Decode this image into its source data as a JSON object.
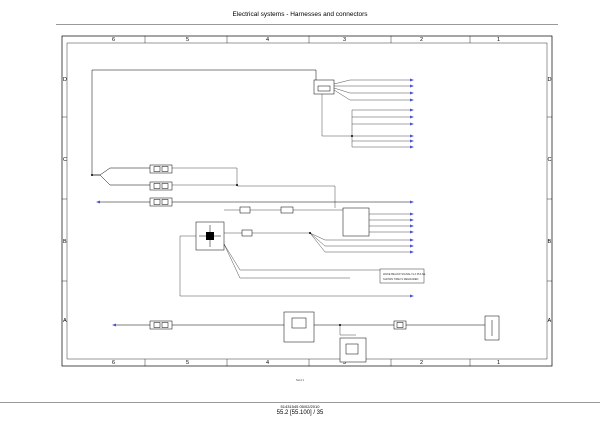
{
  "header": {
    "title": "Electrical systems - Harnesses and connectors"
  },
  "footer": {
    "doc_id": "51431545 05/02/2010",
    "page": "55.2 [55.100] / 35"
  },
  "frame": {
    "columns_top": [
      "6",
      "5",
      "4",
      "3",
      "2",
      "1"
    ],
    "columns_bottom": [
      "6",
      "5",
      "4",
      "3",
      "2",
      "1"
    ],
    "rows_left": [
      "D",
      "C",
      "B",
      "A"
    ],
    "rows_right": [
      "D",
      "C",
      "B",
      "A"
    ],
    "sheet_ref": "SH.4     1"
  },
  "annotation_box": {
    "line1": "WAKE BELOW SIGNAL IS A PULSE",
    "line2": "SHOWN TIME IS DEGRADED"
  },
  "colors": {
    "wire": "#000000",
    "destination": "#8a1fa0",
    "arrow": "#4a54d0"
  }
}
